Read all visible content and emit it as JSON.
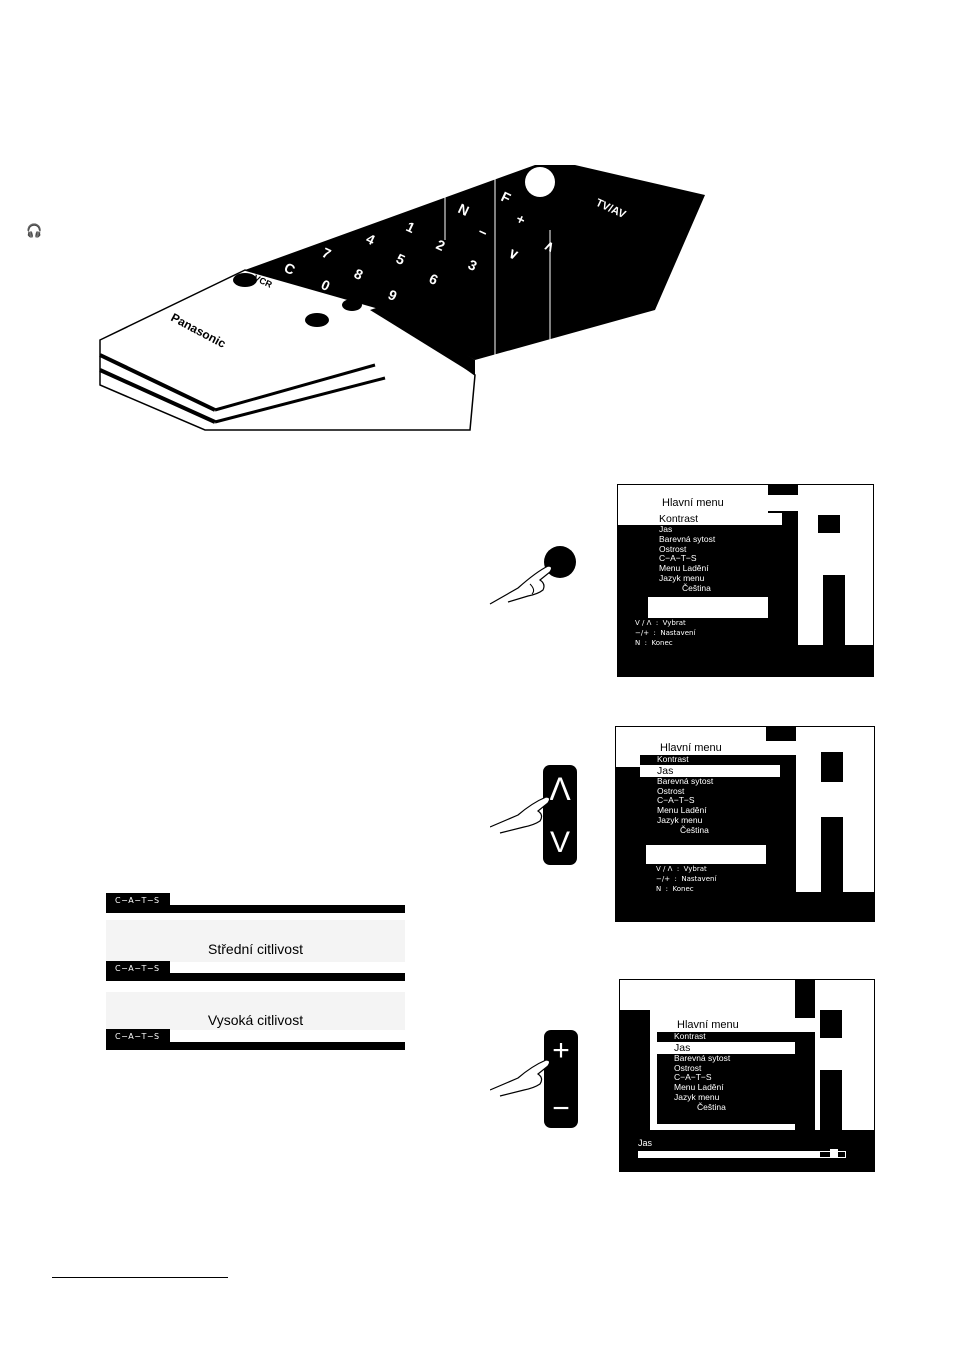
{
  "remote": {
    "brand": "Panasonic",
    "vcr_label": "VCR",
    "keys": [
      "1",
      "2",
      "3",
      "4",
      "5",
      "6",
      "7",
      "8",
      "9",
      "0",
      "C"
    ],
    "function_keys": [
      "F",
      "N",
      "+",
      "−",
      "∧",
      "∨",
      "TV/AV"
    ]
  },
  "headphone_icon": "headphone-icon",
  "cats": {
    "tag": "C−A−T−S",
    "medium_label": "Střední citlivost",
    "high_label": "Vysoká citlivost"
  },
  "screen1": {
    "title": "Hlavní menu",
    "items": [
      "Kontrast",
      "Jas",
      "Barevná sytost",
      "Ostrost",
      "C−A−T−S",
      "Menu Ladění",
      "Jazyk menu"
    ],
    "sub": "Čeština",
    "help": [
      "V / Λ  :  Vybrat",
      "−/+  :  Nastavení",
      "N  :  Konec"
    ]
  },
  "screen2": {
    "title": "Hlavní menu",
    "items": [
      "Kontrast",
      "Jas",
      "Barevná sytost",
      "Ostrost",
      "C−A−T−S",
      "Menu Ladění",
      "Jazyk menu"
    ],
    "sub": "Čeština",
    "help": [
      "V / Λ  :  Vybrat",
      "−/+  :  Nastavení",
      "N  :  Konec"
    ]
  },
  "screen3": {
    "title": "Hlavní menu",
    "items": [
      "Kontrast",
      "Jas",
      "Barevná sytost",
      "Ostrost",
      "C−A−T−S",
      "Menu Ladění",
      "Jazyk menu"
    ],
    "sub": "Čeština",
    "slider_label": "Jas",
    "slider_level": 0.88
  },
  "hands": {
    "updown_up": "Λ",
    "updown_down": "V",
    "plus": "+",
    "minus": "−"
  }
}
